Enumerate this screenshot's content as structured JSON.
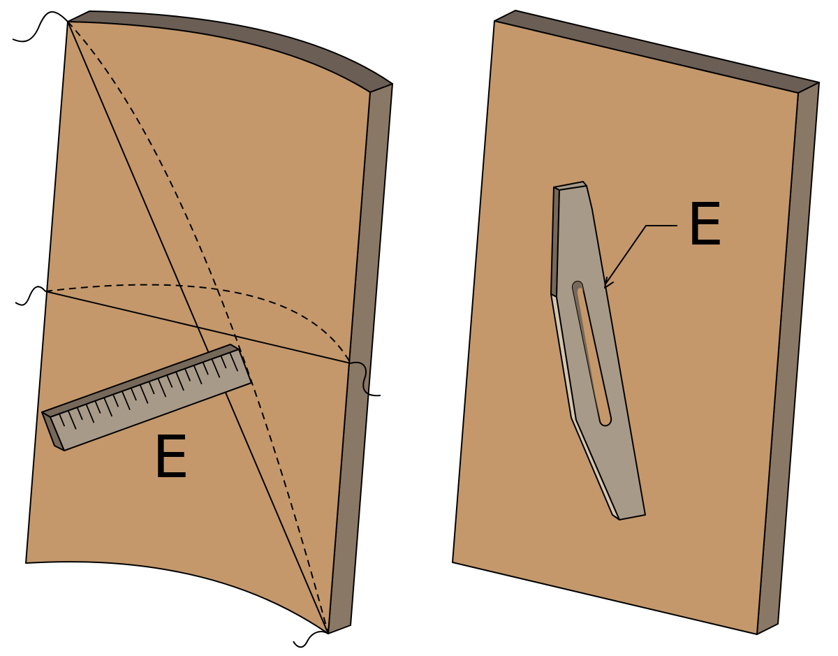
{
  "figures": {
    "left": {
      "label": "E",
      "tool": "straightedge"
    },
    "right": {
      "label": "E",
      "tool": "winding-stick"
    }
  },
  "colors": {
    "board_face": "#C4986B",
    "board_edge": "#8A7866",
    "board_top_edge": "#6B5E55",
    "tool_face": "#A89A88",
    "tool_dark": "#77695A",
    "tool_light": "#D4C6AE",
    "line": "#000000",
    "background": "#FFFFFF"
  }
}
